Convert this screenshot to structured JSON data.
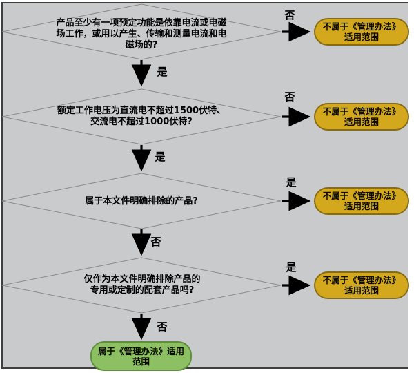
{
  "colors": {
    "canvas_background": "#c9cacc",
    "panel_border": "#3f3f3f",
    "diamond_fill": "#cacbcd",
    "diamond_border": "#8a8a8a",
    "reject_fill": "#d4a81c",
    "reject_border": "#8a6c10",
    "accept_fill": "#8cc063",
    "accept_border": "#5e8f3a",
    "arrow": "#000000"
  },
  "flowchart": {
    "decisions": [
      {
        "question": "产品至少有一项预定功能是依靠电流或电磁场工作，或用以产生、传输和测量电流和电磁场的?",
        "down_label": "是",
        "right_label": "否"
      },
      {
        "question": "额定工作电压为直流电不超过1500伏特、交流电不超过1000伏特?",
        "down_label": "是",
        "right_label": "否"
      },
      {
        "question": "属于本文件明确排除的产品?",
        "down_label": "否",
        "right_label": "是"
      },
      {
        "question": "仅作为本文件明确排除产品的专用或定制的配套产品吗?",
        "down_label": "否",
        "right_label": "是"
      }
    ],
    "reject_label": "不属于《管理办法》适用范围",
    "accept_label": "属于《管理办法》适用范围"
  }
}
